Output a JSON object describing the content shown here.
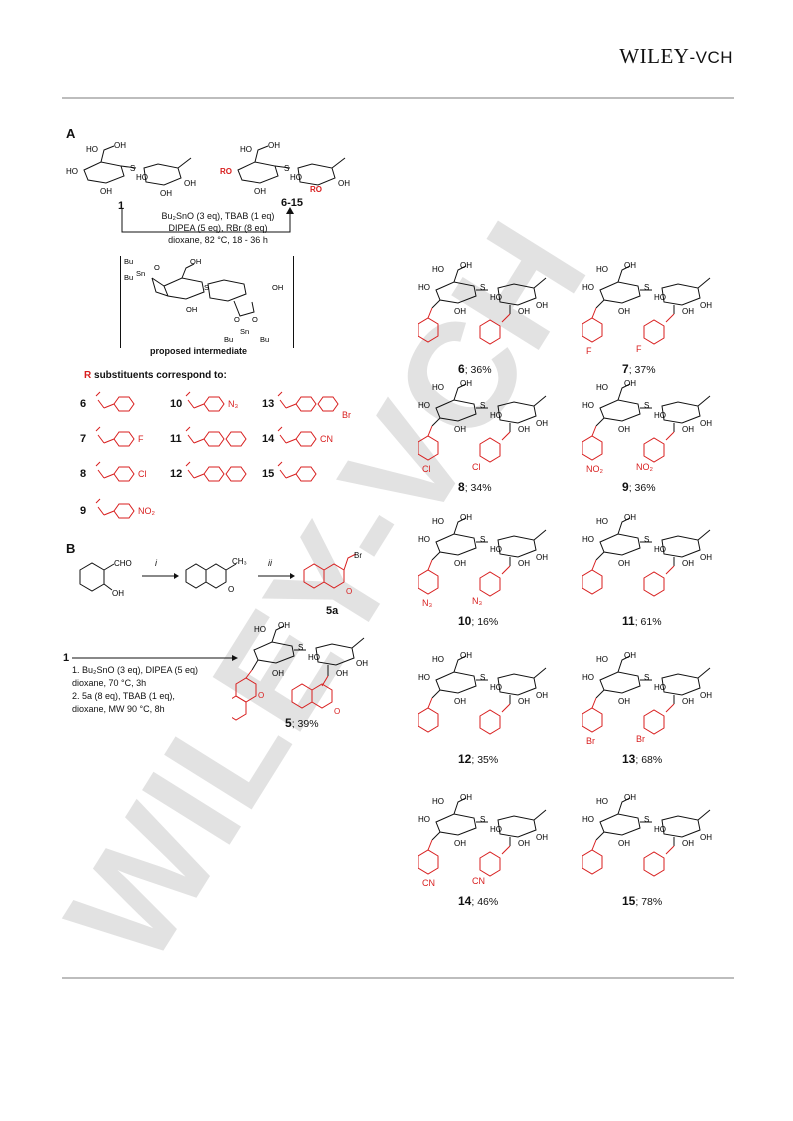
{
  "header": {
    "publisher_main": "WILEY",
    "publisher_suffix": "-VCH"
  },
  "panel_a": {
    "label": "A",
    "start_compound": "1",
    "product_range": "6-15",
    "conditions": [
      "Bu₂SnO (3 eq), TBAB (1 eq)",
      "DIPEA (5 eq), RBr (8 eq)",
      "dioxane, 82 °C, 18 - 36 h"
    ],
    "intermediate_caption": "proposed intermediate",
    "substituent_title_r": "R",
    "substituent_title_rest": " substituents correspond to:",
    "substituents": [
      {
        "num": "6",
        "group": "benzyl"
      },
      {
        "num": "7",
        "group": "4-fluorobenzyl",
        "mark": "F"
      },
      {
        "num": "8",
        "group": "4-chlorobenzyl",
        "mark": "Cl"
      },
      {
        "num": "9",
        "group": "4-nitrobenzyl",
        "mark": "NO₂"
      },
      {
        "num": "10",
        "group": "4-(azidomethyl)benzyl",
        "mark": "N₃"
      },
      {
        "num": "11",
        "group": "4-phenylbenzyl"
      },
      {
        "num": "12",
        "group": "2-naphthylmethyl"
      },
      {
        "num": "13",
        "group": "1-bromo-2-naphthylmethyl",
        "mark": "Br"
      },
      {
        "num": "14",
        "group": "4-cyanobenzyl",
        "mark": "CN"
      },
      {
        "num": "15",
        "group": "4-tert-butylbenzyl"
      }
    ]
  },
  "panel_b": {
    "label": "B",
    "reagent_top": "CHO",
    "reagent_oh": "OH",
    "step_i": "i",
    "step_ii": "ii",
    "methyl": "CH₃",
    "bromide": "Br",
    "carbonyl_o": "O",
    "intermediate_num": "5a",
    "start_num": "1",
    "conditions": [
      "1. Bu₂SnO (3 eq), DIPEA (5 eq)",
      "dioxane, 70 °C, 3h",
      "2. 5a (8 eq), TBAB (1 eq),",
      "dioxane, MW 90 °C, 8h"
    ],
    "product_num": "5",
    "product_yield": "; 39%"
  },
  "products": [
    {
      "num": "6",
      "yield": "; 36%",
      "mark": ""
    },
    {
      "num": "7",
      "yield": "; 37%",
      "mark": "F"
    },
    {
      "num": "8",
      "yield": "; 34%",
      "mark": "Cl"
    },
    {
      "num": "9",
      "yield": "; 36%",
      "mark": "NO₂"
    },
    {
      "num": "10",
      "yield": "; 16%",
      "mark": "N₃"
    },
    {
      "num": "11",
      "yield": "; 61%",
      "mark": ""
    },
    {
      "num": "12",
      "yield": "; 35%",
      "mark": ""
    },
    {
      "num": "13",
      "yield": "; 68%",
      "mark": "Br"
    },
    {
      "num": "14",
      "yield": "; 46%",
      "mark": "CN"
    },
    {
      "num": "15",
      "yield": "; 78%",
      "mark": ""
    }
  ],
  "atoms": {
    "s": "S",
    "ho": "HO",
    "oh": "OH",
    "o": "O",
    "ro": "RO",
    "bu": "Bu",
    "sn": "Sn"
  },
  "watermark": "WILEY-VCH"
}
